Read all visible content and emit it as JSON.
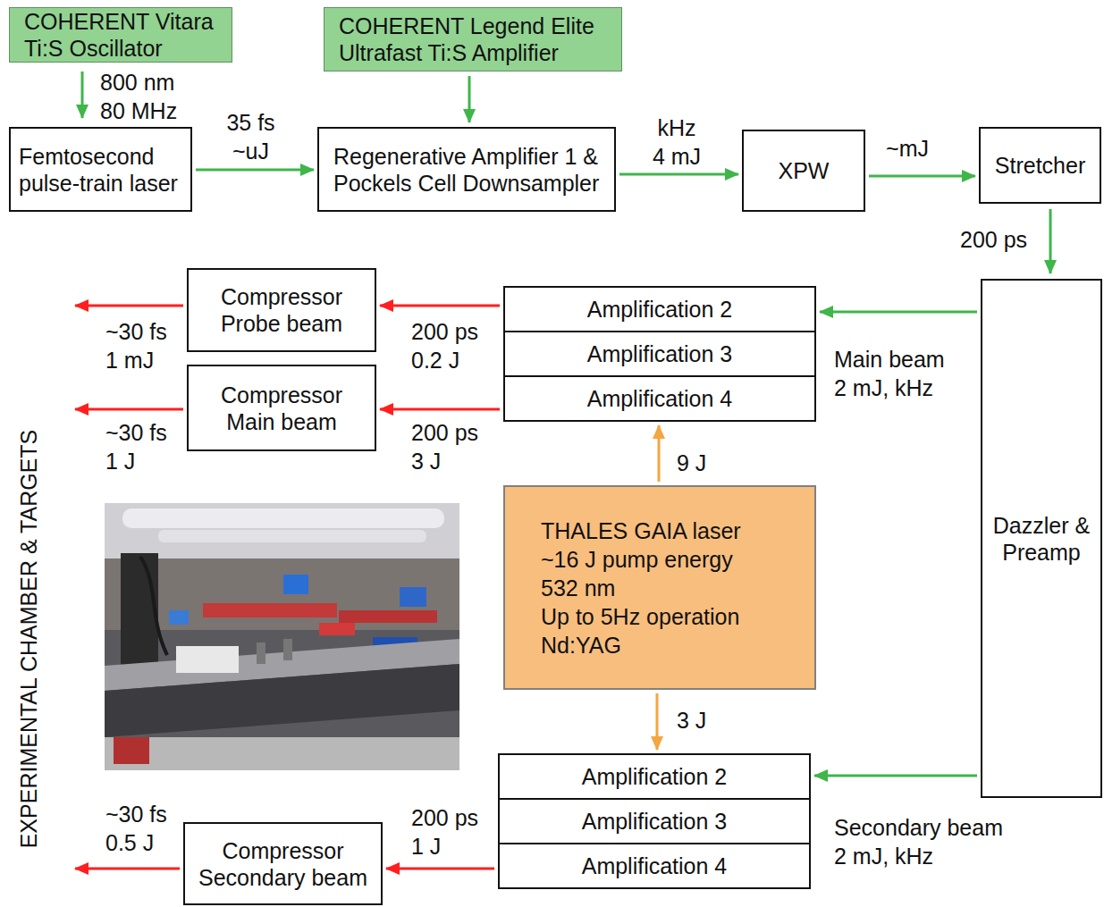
{
  "diagram": {
    "nodes": [
      {
        "text": [
          "COHERENT Vitara Ti:S Oscillator"
        ]
      },
      {
        "text": [
          "COHERENT Legend Elite Ultrafast Ti:S Amplifier"
        ]
      },
      {
        "text": [
          "Femtosecond pulse-train laser"
        ]
      },
      {
        "text": [
          "Regenerative Amplifier 1 & Pockels Cell Downsampler"
        ]
      },
      {
        "text": [
          "XPW"
        ]
      },
      {
        "text": [
          "Stretcher"
        ]
      },
      {
        "text": [
          "Compressor Probe beam"
        ]
      },
      {
        "text": [
          "Amplification 2"
        ]
      },
      {
        "text": [
          "Amplification 3"
        ]
      },
      {
        "text": [
          "Amplification 4"
        ]
      },
      {
        "text": [
          "Compressor Main beam"
        ]
      },
      {
        "text": [
          "Dazzler & Preamp"
        ]
      },
      {
        "text": [
          "THALES GAIA laser",
          "~16 J pump energy",
          "532 nm",
          "Up to 5Hz operation",
          "Nd:YAG"
        ]
      },
      {
        "text": [
          "Amplification 2"
        ]
      },
      {
        "text": [
          "Amplification 3"
        ]
      },
      {
        "text": [
          "Amplification 4"
        ]
      },
      {
        "text": [
          "Compressor Secondary beam"
        ]
      }
    ],
    "edges": [
      {
        "from": 0,
        "to": 2,
        "label": "800 nm 80 MHz",
        "arrow": "to"
      },
      {
        "from": 1,
        "to": 3,
        "arrow": "to"
      },
      {
        "from": 2,
        "to": 3,
        "label": "35 fs ~uJ",
        "arrow": "to"
      },
      {
        "from": 3,
        "to": 4,
        "label": "kHz 4 mJ",
        "arrow": "to"
      },
      {
        "from": 4,
        "to": 5,
        "label": "~mJ",
        "arrow": "to"
      },
      {
        "from": 5,
        "to": 11,
        "label": "200 ps",
        "arrow": "to"
      },
      {
        "from": 11,
        "to": 7,
        "label": "Main beam 2 mJ, kHz",
        "arrow": "to"
      },
      {
        "from": 11,
        "to": 13,
        "label": "Secondary beam 2 mJ, kHz",
        "arrow": "to"
      },
      {
        "from": 12,
        "to": 9,
        "label": "9 J",
        "arrow": "to"
      },
      {
        "from": 12,
        "to": 13,
        "label": "3 J",
        "arrow": "to"
      },
      {
        "from": 7,
        "to": 6,
        "label": "200 ps 0.2 J",
        "arrow": "to"
      },
      {
        "from": 9,
        "to": 10,
        "label": "200 ps 3 J",
        "arrow": "to"
      },
      {
        "from": 15,
        "to": 16,
        "label": "200 ps 1 J",
        "arrow": "to"
      }
    ],
    "labels": [
      "~30 fs 1 mJ",
      "~30 fs 1 J",
      "~30 fs 0.5 J",
      "EXPERIMENTAL CHAMBER & TARGETS"
    ]
  }
}
